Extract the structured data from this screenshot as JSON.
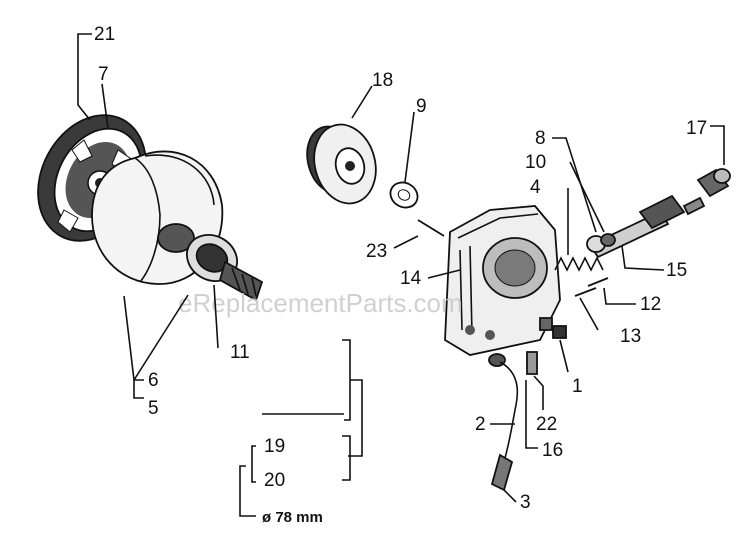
{
  "watermark": "eReplacementParts.com",
  "diameter_note": "ø 78 mm",
  "callouts": [
    {
      "id": "c21",
      "label": "21"
    },
    {
      "id": "c7",
      "label": "7"
    },
    {
      "id": "c18",
      "label": "18"
    },
    {
      "id": "c9",
      "label": "9"
    },
    {
      "id": "c8",
      "label": "8"
    },
    {
      "id": "c17",
      "label": "17"
    },
    {
      "id": "c10",
      "label": "10"
    },
    {
      "id": "c4",
      "label": "4"
    },
    {
      "id": "c23",
      "label": "23"
    },
    {
      "id": "c14",
      "label": "14"
    },
    {
      "id": "c15",
      "label": "15"
    },
    {
      "id": "c12",
      "label": "12"
    },
    {
      "id": "c13",
      "label": "13"
    },
    {
      "id": "c11",
      "label": "11"
    },
    {
      "id": "c6",
      "label": "6"
    },
    {
      "id": "c5",
      "label": "5"
    },
    {
      "id": "c1",
      "label": "1"
    },
    {
      "id": "c2",
      "label": "2"
    },
    {
      "id": "c22",
      "label": "22"
    },
    {
      "id": "c16",
      "label": "16"
    },
    {
      "id": "c3",
      "label": "3"
    },
    {
      "id": "c19",
      "label": "19"
    },
    {
      "id": "c20",
      "label": "20"
    }
  ]
}
